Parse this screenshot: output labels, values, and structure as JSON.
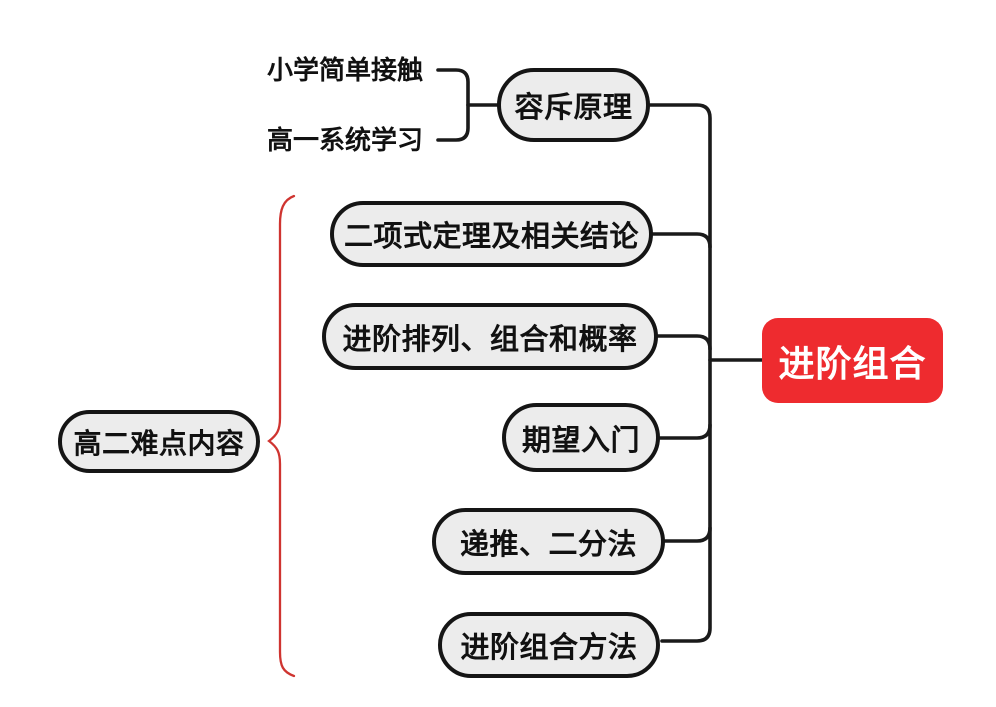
{
  "mindmap": {
    "root": {
      "label": "进阶组合"
    },
    "annotations": {
      "elementary": {
        "label": "小学简单接触"
      },
      "grade10": {
        "label": "高一系统学习"
      }
    },
    "branches": [
      {
        "id": "inclusion-exclusion",
        "label": "容斥原理"
      },
      {
        "id": "binomial-theorem",
        "label": "二项式定理及相关结论"
      },
      {
        "id": "advanced-perm-comb-prob",
        "label": "进阶排列、组合和概率"
      },
      {
        "id": "expectation-intro",
        "label": "期望入门"
      },
      {
        "id": "recursion-bisection",
        "label": "递推、二分法"
      },
      {
        "id": "advanced-comb-methods",
        "label": "进阶组合方法"
      }
    ],
    "group_label": {
      "label": "高二难点内容"
    },
    "colors": {
      "root_bg": "#ee2b2f",
      "root_text": "#ffffff",
      "node_fill": "#ececec",
      "node_border": "#151515",
      "connector": "#1a1a1a",
      "brace": "#cf3430",
      "background": "#ffffff"
    }
  }
}
